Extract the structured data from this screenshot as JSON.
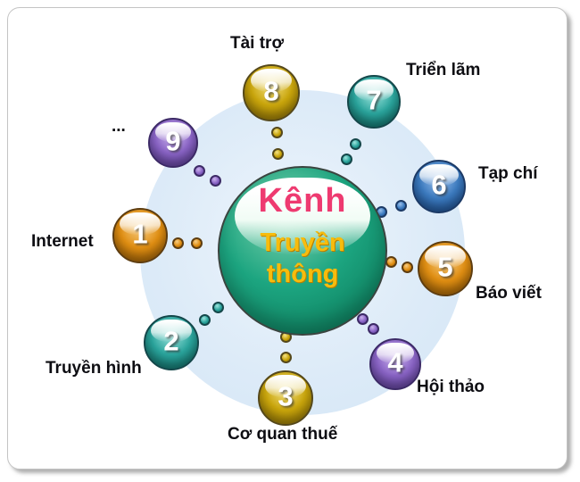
{
  "diagram": {
    "hub": {
      "title_line1": "Kênh",
      "title_line2": "Truyền",
      "title_line3": "thông",
      "title_line1_color": "#ee3a70",
      "title_line23_color": "#f7bc0d",
      "circle_color": "#1ca580"
    },
    "nodes": [
      {
        "num": "1",
        "label": "Internet",
        "color": "#e08e12",
        "color_name": "orange"
      },
      {
        "num": "2",
        "label": "Truyền hình",
        "color": "#2aa49c",
        "color_name": "teal"
      },
      {
        "num": "3",
        "label": "Cơ quan thuế",
        "color": "#c9a50b",
        "color_name": "gold"
      },
      {
        "num": "4",
        "label": "Hội thảo",
        "color": "#8a64c6",
        "color_name": "purple"
      },
      {
        "num": "5",
        "label": "Báo viết",
        "color": "#e08e12",
        "color_name": "orange"
      },
      {
        "num": "6",
        "label": "Tạp chí",
        "color": "#3c7bc0",
        "color_name": "blue"
      },
      {
        "num": "7",
        "label": "Triển lãm",
        "color": "#2aa49c",
        "color_name": "teal"
      },
      {
        "num": "8",
        "label": "Tài trợ",
        "color": "#c9a50b",
        "color_name": "gold"
      },
      {
        "num": "9",
        "label": "...",
        "color": "#8a64c6",
        "color_name": "purple"
      }
    ],
    "background": {
      "halo_color": "#ddebf8",
      "card_color": "#ffffff"
    }
  }
}
